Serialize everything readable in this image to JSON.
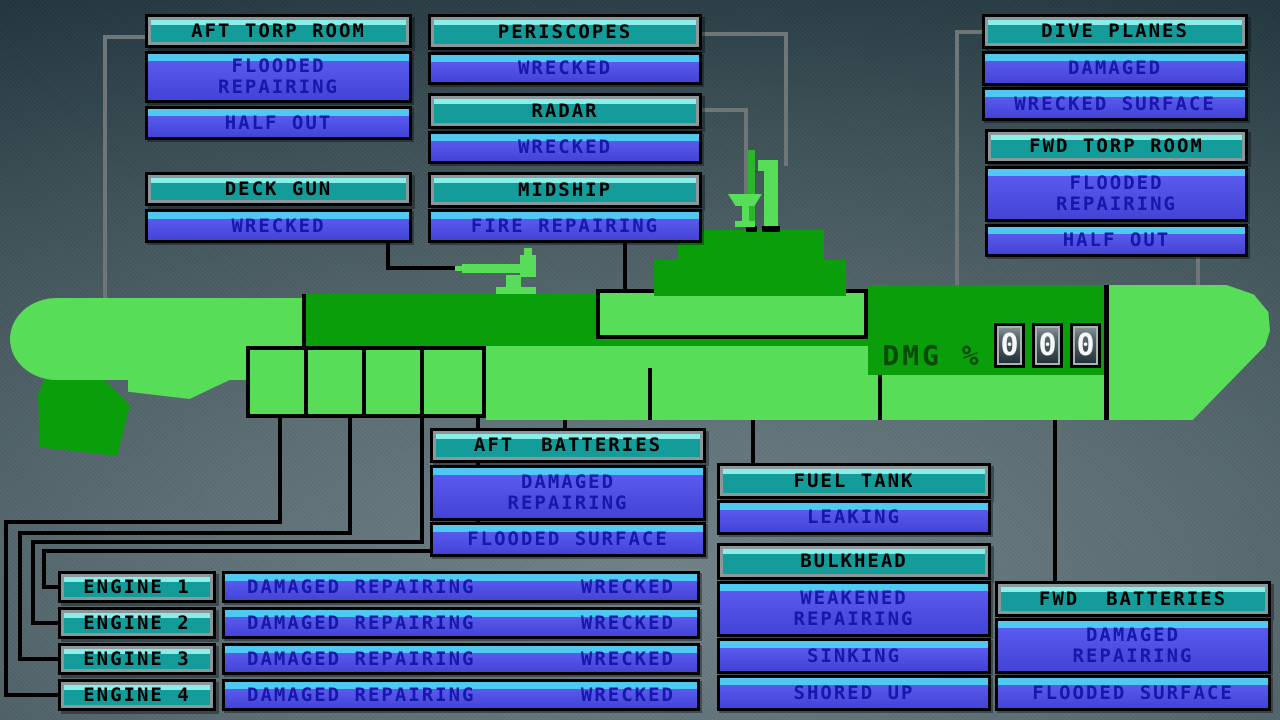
{
  "colors": {
    "header_teal": "#139c9a",
    "status_blue": "#5a5aee",
    "status_text_navy": "#1717ad",
    "sub_light_green": "#57dd57",
    "sub_dark_green": "#0a9e0a",
    "connector_gray": "#6e7678",
    "connector_black": "#000000"
  },
  "groups": {
    "aft_torp_room": {
      "title": "AFT TORP ROOM",
      "statuses": [
        "FLOODED\nREPAIRING",
        "HALF OUT"
      ]
    },
    "deck_gun": {
      "title": "DECK GUN",
      "statuses": [
        "WRECKED"
      ]
    },
    "periscopes": {
      "title": "PERISCOPES",
      "statuses": [
        "WRECKED"
      ]
    },
    "radar": {
      "title": "RADAR",
      "statuses": [
        "WRECKED"
      ]
    },
    "midship": {
      "title": "MIDSHIP",
      "statuses": [
        "FIRE REPAIRING"
      ]
    },
    "dive_planes": {
      "title": "DIVE PLANES",
      "statuses": [
        "DAMAGED",
        "WRECKED SURFACE"
      ]
    },
    "fwd_torp_room": {
      "title": "FWD TORP ROOM",
      "statuses": [
        "FLOODED\nREPAIRING",
        "HALF OUT"
      ]
    },
    "aft_batteries": {
      "title": "AFT  BATTERIES",
      "statuses": [
        "DAMAGED\nREPAIRING",
        "FLOODED SURFACE"
      ]
    },
    "fuel_tank": {
      "title": "FUEL TANK",
      "statuses": [
        "LEAKING"
      ]
    },
    "bulkhead": {
      "title": "BULKHEAD",
      "statuses": [
        "WEAKENED\nREPAIRING",
        "SINKING",
        "SHORED UP"
      ]
    },
    "fwd_batteries": {
      "title": "FWD  BATTERIES",
      "statuses": [
        "DAMAGED\nREPAIRING",
        "FLOODED SURFACE"
      ]
    },
    "engines": [
      {
        "label": "ENGINE 1",
        "status_left": "DAMAGED REPAIRING",
        "status_right": "WRECKED"
      },
      {
        "label": "ENGINE 2",
        "status_left": "DAMAGED REPAIRING",
        "status_right": "WRECKED"
      },
      {
        "label": "ENGINE 3",
        "status_left": "DAMAGED REPAIRING",
        "status_right": "WRECKED"
      },
      {
        "label": "ENGINE 4",
        "status_left": "DAMAGED REPAIRING",
        "status_right": "WRECKED"
      }
    ]
  },
  "damage_counter": {
    "label": "DMG %",
    "digits": [
      "0",
      "0",
      "0"
    ]
  }
}
